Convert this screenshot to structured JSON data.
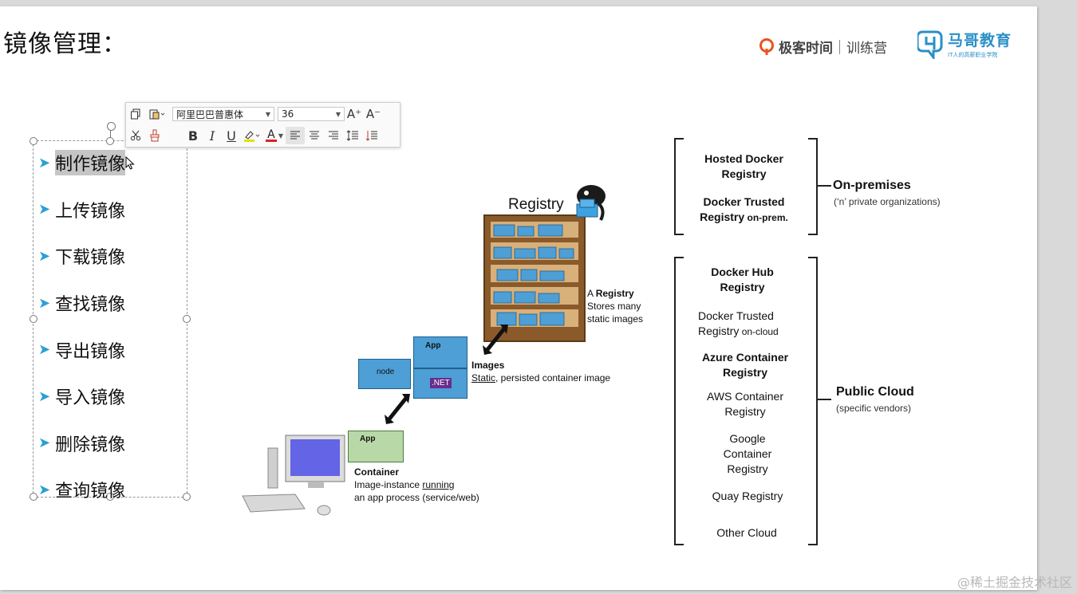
{
  "slide": {
    "title": "镜像管理：",
    "logos": {
      "geektime_name": "极客时间",
      "geektime_sub": "训练营",
      "mage_name": "马哥教育",
      "mage_sub": "IT人的高薪职业学院"
    }
  },
  "toolbar": {
    "font_name": "阿里巴巴普惠体",
    "font_size": "36",
    "bold_label": "B",
    "italic_label": "I",
    "underline_label": "U",
    "font_color_label": "A",
    "increase_font_label": "A⁺",
    "decrease_font_label": "A⁻"
  },
  "bullets": [
    "制作镜像",
    "上传镜像",
    "下载镜像",
    "查找镜像",
    "导出镜像",
    "导入镜像",
    "删除镜像",
    "查询镜像"
  ],
  "diagram": {
    "registry_title": "Registry",
    "registry_desc_prefix": "A ",
    "registry_desc_bold": "Registry",
    "registry_desc_line2": "Stores many",
    "registry_desc_line3": "static images",
    "images_title": "Images",
    "images_desc_underlined": "Static",
    "images_desc_rest": ", persisted container image",
    "container_title": "Container",
    "container_desc_line1_prefix": "Image-instance ",
    "container_desc_line1_underlined": "running",
    "container_desc_line2": "an app process (service/web)",
    "box_app_label": "App",
    "box_node_label": "node",
    "box_net_label": ".NET"
  },
  "registries": {
    "onprem": {
      "items": [
        {
          "bold": "Hosted Docker Registry",
          "normal": ""
        },
        {
          "bold": "Docker Trusted Registry",
          "normal": " on-prem."
        }
      ],
      "label": "On-premises",
      "sublabel": "(‘n’ private organizations)"
    },
    "cloud": {
      "items": [
        {
          "bold": "Docker Hub Registry"
        },
        {
          "normal": "Docker Trusted Registry",
          "small": " on-cloud"
        },
        {
          "bold": "Azure Container Registry"
        },
        {
          "normal": "AWS Container Registry"
        },
        {
          "normal": "Google Container Registry"
        },
        {
          "normal": "Quay Registry"
        },
        {
          "normal": "Other Cloud"
        }
      ],
      "label": "Public Cloud",
      "sublabel": "(specific vendors)"
    }
  },
  "watermark": "@稀土掘金技术社区",
  "colors": {
    "accent_blue": "#2a9fd6",
    "mage_blue": "#2a8fc7",
    "geektime_orange": "#e8541e",
    "shelf_brown": "#8a5a2b"
  }
}
